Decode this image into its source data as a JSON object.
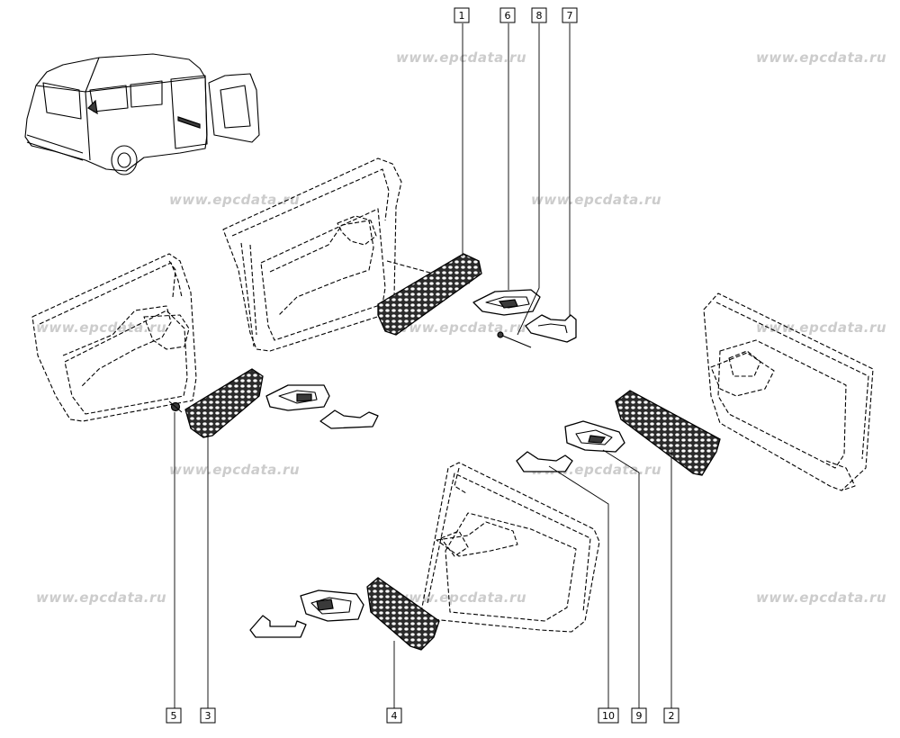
{
  "watermark": "www.epcdata.ru",
  "callouts": [
    {
      "id": "1",
      "label": "1"
    },
    {
      "id": "6",
      "label": "6"
    },
    {
      "id": "8",
      "label": "8"
    },
    {
      "id": "7",
      "label": "7"
    },
    {
      "id": "5",
      "label": "5"
    },
    {
      "id": "3",
      "label": "3"
    },
    {
      "id": "4",
      "label": "4"
    },
    {
      "id": "10",
      "label": "10"
    },
    {
      "id": "9",
      "label": "9"
    },
    {
      "id": "2",
      "label": "2"
    }
  ],
  "colors": {
    "line": "#000000",
    "watermark": "#cccccc",
    "background": "#ffffff",
    "padding": "#3a3a3a"
  }
}
